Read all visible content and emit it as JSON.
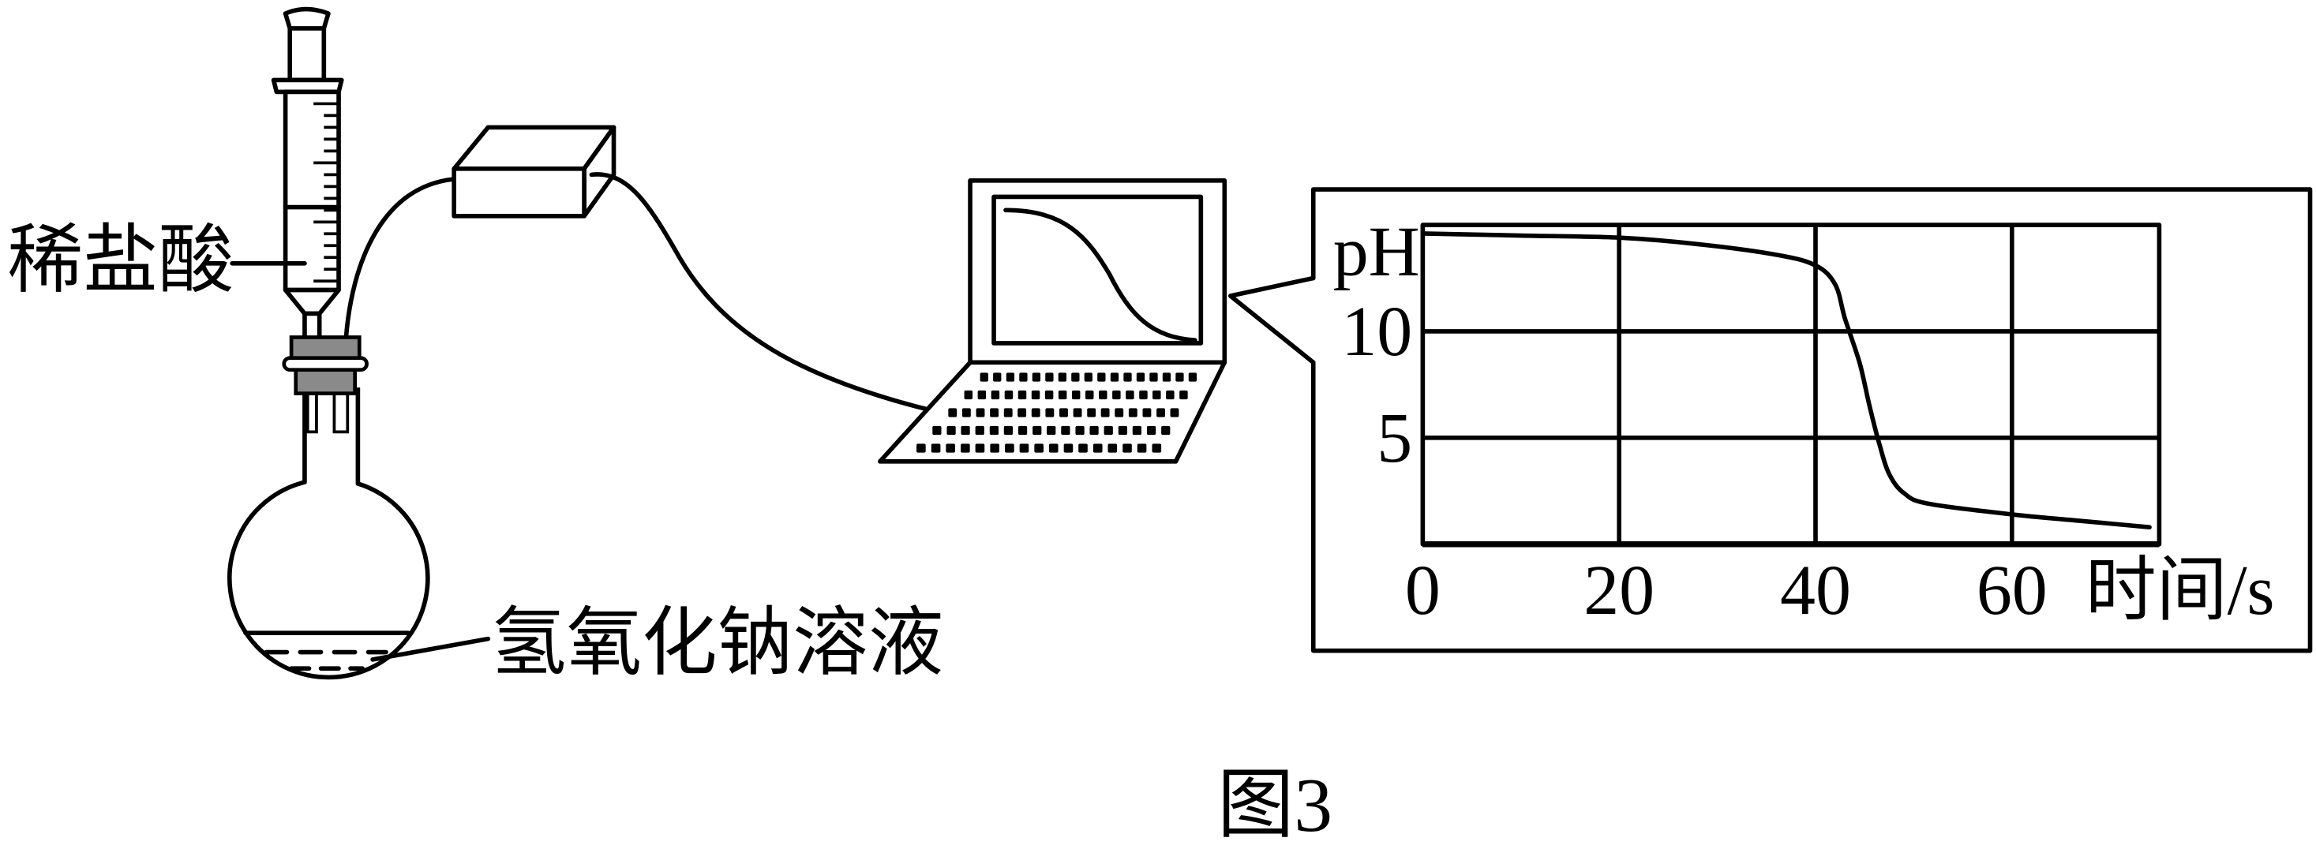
{
  "labels": {
    "acid_reagent": "稀盐酸",
    "base_solution": "氢氧化钠溶液",
    "figure_caption": "图3"
  },
  "colors": {
    "ink": "#000000",
    "stopper": "#8a8a8a",
    "background": "#ffffff"
  },
  "chart_data": {
    "type": "line",
    "xlabel": "时间/s",
    "ylabel": "pH",
    "xlim": [
      0,
      75
    ],
    "ylim": [
      0,
      15
    ],
    "xticks": [
      0,
      20,
      40,
      60
    ],
    "yticks": [
      5,
      10
    ],
    "grid": true,
    "series": [
      {
        "x": [
          0,
          10,
          20,
          28,
          36,
          40,
          42,
          43,
          44.5,
          45.5,
          46.5,
          47.5,
          49,
          51.5,
          60,
          67,
          74
        ],
        "y": [
          14.6,
          14.5,
          14.4,
          14.1,
          13.6,
          13.1,
          12.2,
          10.6,
          8.5,
          6.5,
          4.7,
          3.3,
          2.4,
          1.9,
          1.4,
          1.1,
          0.8
        ]
      }
    ]
  }
}
